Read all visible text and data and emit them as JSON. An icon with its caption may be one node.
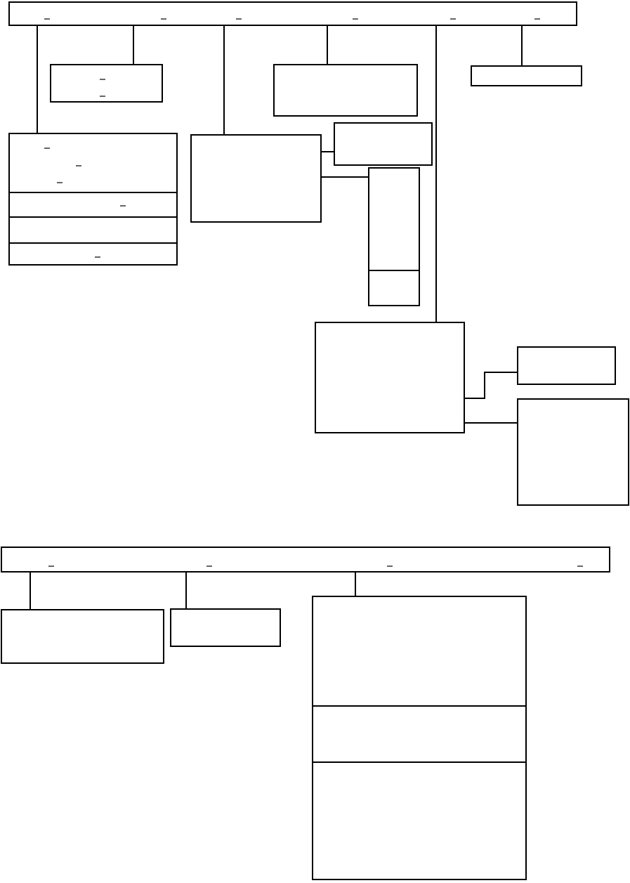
{
  "diagram": {
    "nodes": [
      {
        "text": [],
        "shape": "box"
      },
      {
        "text": [],
        "shape": "box"
      },
      {
        "text": [],
        "shape": "box"
      },
      {
        "text": [],
        "shape": "box"
      },
      {
        "text": [],
        "shape": "box"
      },
      {
        "text": [],
        "shape": "box"
      },
      {
        "text": [],
        "shape": "box"
      },
      {
        "text": [],
        "shape": "box"
      },
      {
        "text": [],
        "shape": "box"
      },
      {
        "text": [],
        "shape": "box"
      },
      {
        "text": [],
        "shape": "box"
      },
      {
        "text": [],
        "shape": "box"
      },
      {
        "text": [],
        "shape": "box"
      },
      {
        "text": [],
        "shape": "box"
      },
      {
        "text": [],
        "shape": "box"
      }
    ],
    "edges": [
      {
        "from": 0,
        "to": 4,
        "arrow": "none"
      },
      {
        "from": 0,
        "to": 1,
        "arrow": "none"
      },
      {
        "from": 0,
        "to": 5,
        "arrow": "none"
      },
      {
        "from": 0,
        "to": 2,
        "arrow": "none"
      },
      {
        "from": 0,
        "to": 8,
        "arrow": "none"
      },
      {
        "from": 0,
        "to": 3,
        "arrow": "none"
      },
      {
        "from": 5,
        "to": 6,
        "arrow": "none"
      },
      {
        "from": 5,
        "to": 7,
        "arrow": "none"
      },
      {
        "from": 8,
        "to": 9,
        "arrow": "none"
      },
      {
        "from": 8,
        "to": 10,
        "arrow": "none"
      },
      {
        "from": 11,
        "to": 12,
        "arrow": "none"
      },
      {
        "from": 11,
        "to": 13,
        "arrow": "none"
      },
      {
        "from": 11,
        "to": 14,
        "arrow": "none"
      }
    ]
  }
}
